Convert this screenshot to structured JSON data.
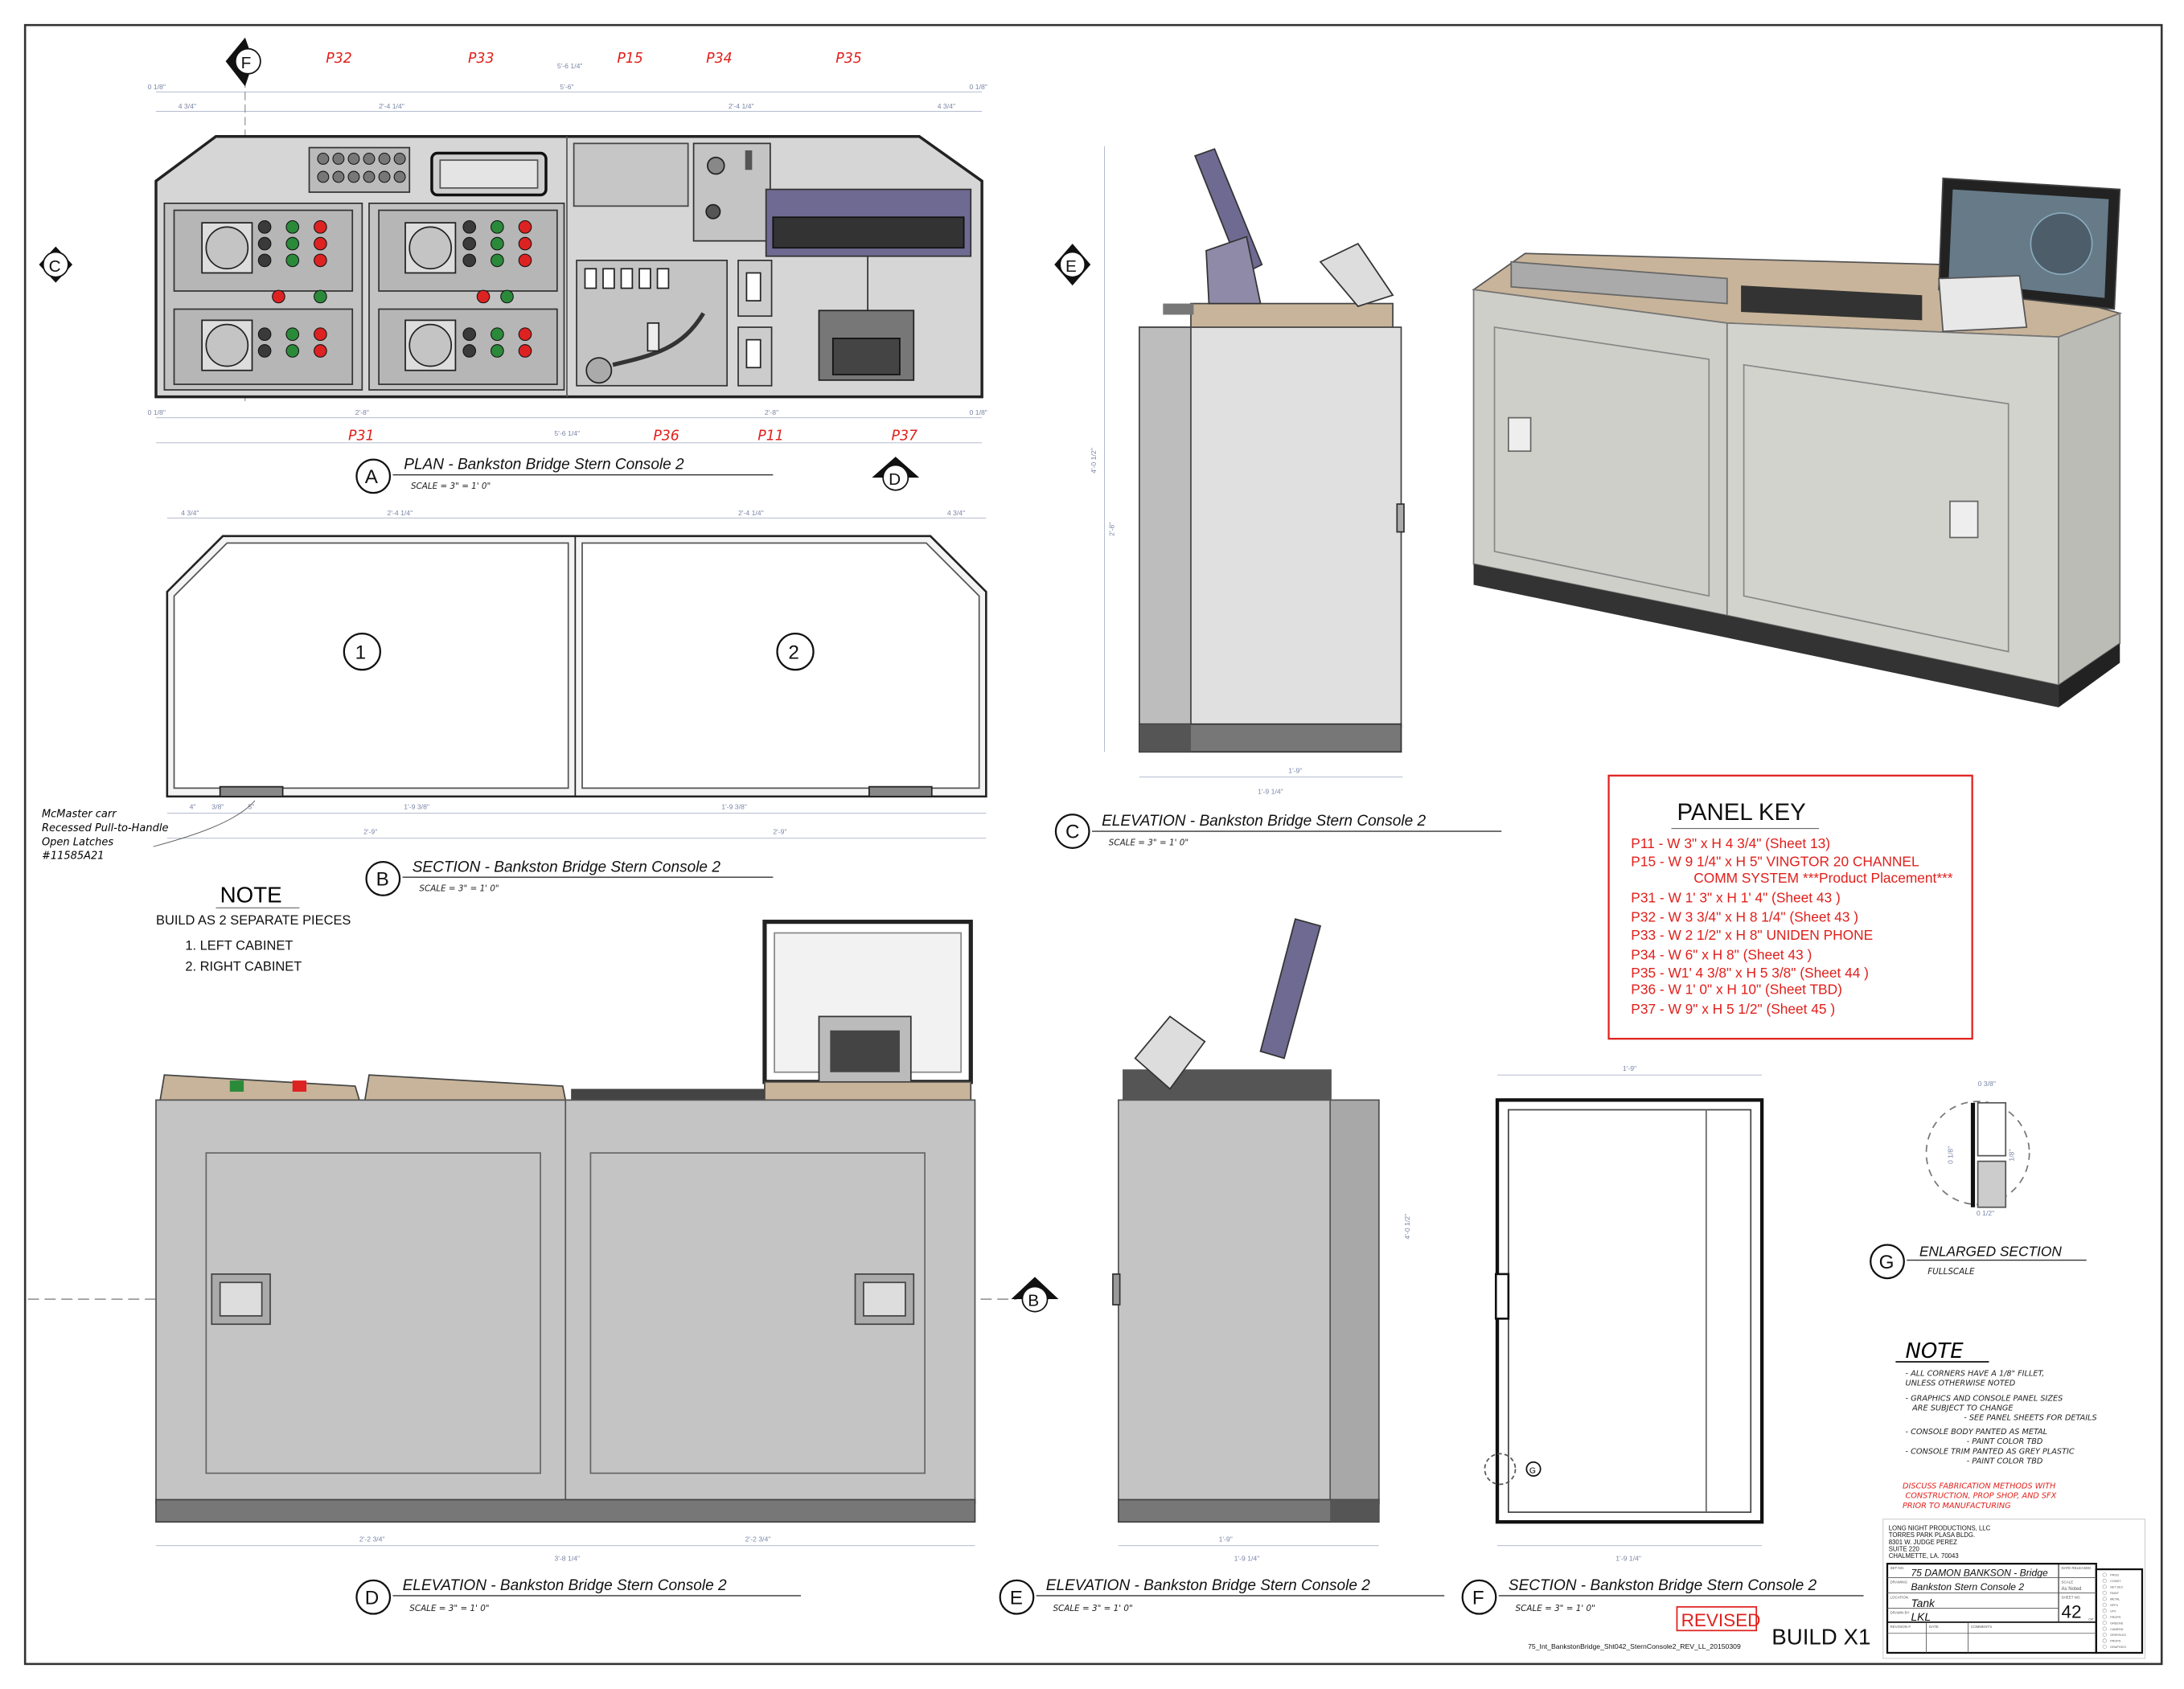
{
  "views": {
    "plan": {
      "letter": "A",
      "title": "PLAN - Bankston Bridge Stern Console 2",
      "scale": "SCALE = 3\" = 1' 0\""
    },
    "section_b": {
      "letter": "B",
      "title": "SECTION - Bankston Bridge Stern Console 2",
      "scale": "SCALE = 3\" = 1' 0\"",
      "cabinet_1": "1",
      "cabinet_2": "2"
    },
    "elevation_c": {
      "letter": "C",
      "title": "ELEVATION - Bankston Bridge Stern Console 2",
      "scale": "SCALE = 3\" = 1' 0\""
    },
    "elevation_d": {
      "letter": "D",
      "title": "ELEVATION - Bankston Bridge Stern Console 2",
      "scale": "SCALE = 3\" = 1' 0\""
    },
    "elevation_e": {
      "letter": "E",
      "title": "ELEVATION - Bankston Bridge Stern Console 2",
      "scale": "SCALE = 3\" = 1' 0\""
    },
    "section_f": {
      "letter": "F",
      "title": "SECTION - Bankston Bridge Stern Console 2",
      "scale": "SCALE = 3\" = 1' 0\"",
      "detail_marker": "G"
    },
    "enlarged_g": {
      "letter": "G",
      "title": "ENLARGED SECTION",
      "scale": "FULLSCALE",
      "dims": [
        "0 3/8\"",
        "0 1/8\"",
        "1/8\"",
        "0 1/2\""
      ]
    }
  },
  "section_markers": {
    "C": "C",
    "E": "E",
    "F": "F",
    "D": "D",
    "B": "B"
  },
  "panel_labels": {
    "P32": "P32",
    "P33": "P33",
    "P15": "P15",
    "P34": "P34",
    "P35": "P35",
    "P31": "P31",
    "P36": "P36",
    "P11": "P11",
    "P37": "P37"
  },
  "dimensions": {
    "plan_overall_top": "5'-6 1/4\"",
    "plan_overall": "5'-6\"",
    "plan_edge": "0 1/8\"",
    "plan_corner": "4 3/4\"",
    "plan_half": "2'-4 1/4\"",
    "plan_bottom_half": "2'-8\"",
    "plan_overall_bottom": "5'-6 1/4\"",
    "sec_inner": "1'-9 3/8\"",
    "sec_outer": "2'-9\"",
    "sec_small_1": "3/8\"",
    "sec_small_2": "4\"",
    "sec_small_3": "5\"",
    "elev_width": "1'-9\"",
    "elev_width_total": "1'-9 1/4\"",
    "elev_height": "4'-0 1/2\"",
    "elev_body": "2'-8\"",
    "elev_d_half": "2'-2 3/4\"",
    "elev_d_total": "3'-8 1/4\""
  },
  "latch_note": [
    "McMaster carr",
    "Recessed Pull-to-Handle",
    "Open Latches",
    "#11585A21"
  ],
  "note_left": {
    "heading": "NOTE",
    "line": "BUILD AS 2 SEPARATE PIECES",
    "items": [
      "1. LEFT CABINET",
      "2. RIGHT CABINET"
    ]
  },
  "panel_key": {
    "heading": "PANEL KEY",
    "items": [
      "P11 - W 3\" x H 4 3/4\"    (Sheet 13)",
      "P15 - W 9 1/4\" x H 5\"  VINGTOR 20 CHANNEL",
      "COMM SYSTEM ***Product Placement***",
      "P31 - W 1' 3\" x H 1' 4\"   (Sheet  43  )",
      "P32 - W 3 3/4\" x H 8 1/4\"    (Sheet  43  )",
      "P33 - W 2 1/2\" x H 8\"  UNIDEN PHONE",
      "P34 - W 6\" x H 8\"    (Sheet  43  )",
      "P35 - W1' 4 3/8\" x H 5 3/8\"    (Sheet  44  )",
      "P36 - W 1' 0\" x H 10\"  (Sheet TBD)",
      "P37 - W 9\" x H 5 1/2\"    (Sheet 45   )"
    ]
  },
  "note_right": {
    "heading": "NOTE",
    "lines": [
      "- ALL CORNERS HAVE A 1/8\" FILLET,",
      "UNLESS OTHERWISE NOTED",
      "- GRAPHICS AND CONSOLE PANEL SIZES",
      "ARE SUBJECT TO CHANGE",
      "- SEE PANEL SHEETS FOR DETAILS",
      "- CONSOLE BODY PANTED AS METAL",
      "- PAINT COLOR TBD",
      "- CONSOLE TRIM PANTED AS GREY PLASTIC",
      "- PAINT COLOR TBD"
    ],
    "warning": [
      "DISCUSS FABRICATION METHODS WITH",
      "CONSTRUCTION, PROP SHOP, AND SFX",
      "PRIOR TO MANUFACTURING"
    ]
  },
  "title_block": {
    "company": [
      "LONG NIGHT PRODUCTIONS, LLC",
      "TORRES PARK PLASA BLDG.",
      "8301 W. JUDGE PEREZ",
      "SUITE 220",
      "CHALMETTE, LA. 70043"
    ],
    "set_no_label": "SET NO.",
    "set_no": "75 DAMON BANKSON - Bridge",
    "drawing_label": "DRAWING",
    "drawing": "Bankston Stern Console 2",
    "location_label": "LOCATION",
    "location": "Tank",
    "drawn_by_label": "DRAWN BY",
    "drawn_by": "LKL",
    "date_released_label": "DATE RELEASED",
    "scale_label": "SCALE",
    "scale": "As Noted",
    "sheet_no_label": "SHEET NO.",
    "sheet_no": "42",
    "of_label": "OF",
    "revision_label": "REVISION #",
    "date_label": "DATE",
    "comments_label": "COMMENTS",
    "departments": [
      "PROD",
      "CONST",
      "SET DEC",
      "PAINT",
      "METAL",
      "SPFX",
      "VFX",
      "PROPS",
      "GREENS",
      "CAMERA",
      "GRIP/ELEC",
      "PROPS",
      "GRAPHICS"
    ]
  },
  "revised_stamp": "REVISED",
  "build_label": "BUILD X1",
  "filename": "75_Int_BankstonBridge_Sht042_SternConsole2_REV_LL_20150309",
  "colors": {
    "red": "#e0201c",
    "dim": "#7a86a8",
    "panel": "#bdbdbd",
    "trim": "#c8b49a",
    "monitor": "#6e6a92"
  }
}
